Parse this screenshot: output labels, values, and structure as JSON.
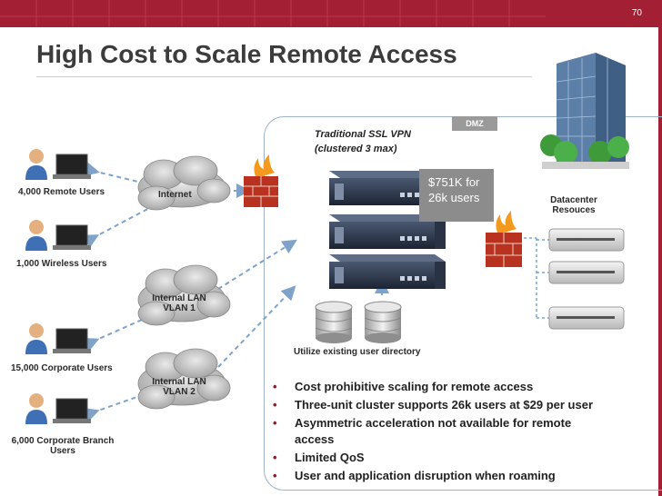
{
  "slide": {
    "page_number": "70",
    "title": "High Cost to Scale Remote Access"
  },
  "labels": {
    "dmz": "DMZ",
    "ssl_vpn_line1": "Traditional SSL VPN",
    "ssl_vpn_line2": "(clustered 3 max)",
    "cost_line1": "$751K for",
    "cost_line2": "26k users",
    "datacenter_line1": "Datacenter",
    "datacenter_line2": "Resouces",
    "user_directory": "Utilize existing user directory",
    "internet": "Internet",
    "lan1_line1": "Internal LAN",
    "lan1_line2": "VLAN 1",
    "lan2_line1": "Internal LAN",
    "lan2_line2": "VLAN 2"
  },
  "users": [
    {
      "label": "4,000 Remote Users"
    },
    {
      "label": "1,000 Wireless Users"
    },
    {
      "label": "15,000 Corporate Users"
    },
    {
      "label_line1": "6,000 Corporate Branch",
      "label_line2": "Users"
    }
  ],
  "bullets": [
    "Cost prohibitive scaling for remote access",
    "Three-unit cluster supports 26k users at $29 per user",
    "Asymmetric acceleration not available for remote access",
    "Limited QoS",
    "User and application disruption when roaming"
  ],
  "colors": {
    "brand": "#a31f34",
    "arrow": "#7fa3c8",
    "cost_box": "#8c8c8c"
  },
  "icons": [
    "person-icon",
    "laptop-icon",
    "cloud-icon",
    "firewall-icon",
    "server-icon",
    "database-icon",
    "building-icon"
  ]
}
